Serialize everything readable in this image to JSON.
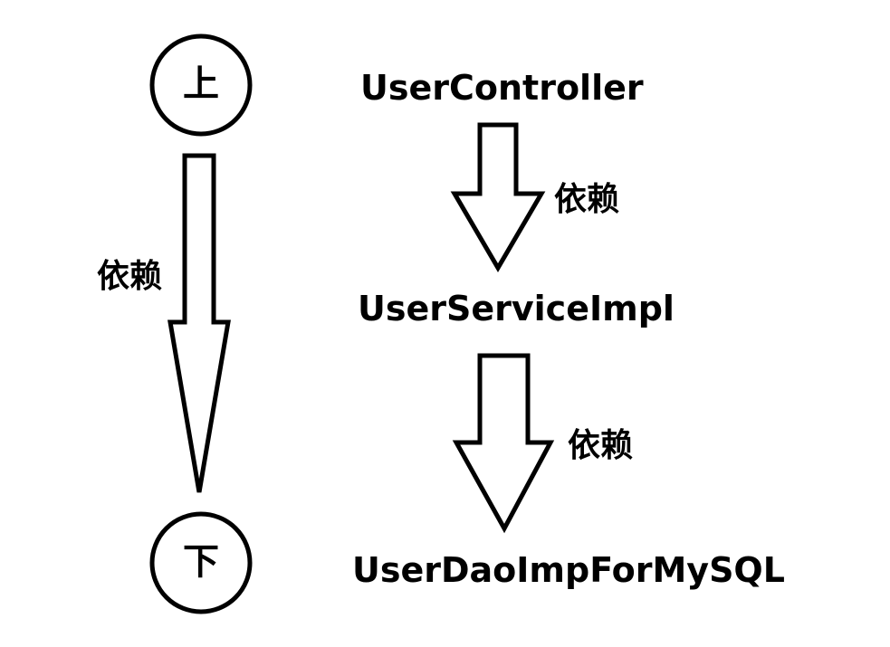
{
  "axis": {
    "top_label": "上",
    "bottom_label": "下",
    "arrow_label": "依赖"
  },
  "chain": {
    "nodes": [
      "UserController",
      "UserServiceImpl",
      "UserDaoImpForMySQL"
    ],
    "edge_labels": [
      "依赖",
      "依赖"
    ]
  },
  "colors": {
    "stroke": "#000000",
    "background": "#ffffff"
  }
}
